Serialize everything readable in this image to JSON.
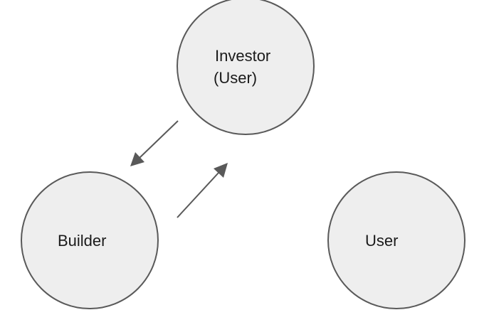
{
  "diagram": {
    "nodes": {
      "investor": {
        "label_line1": "Investor",
        "label_line2": "(User)"
      },
      "builder": {
        "label": "Builder"
      },
      "user": {
        "label": "User"
      }
    },
    "edges": [
      {
        "from": "Investor (User)",
        "to": "Builder"
      },
      {
        "from": "Builder",
        "to": "Investor (User)"
      }
    ],
    "colors": {
      "node_fill": "#eeeeee",
      "node_stroke": "#595959",
      "arrow": "#595959",
      "text": "#1a1a1a"
    }
  }
}
